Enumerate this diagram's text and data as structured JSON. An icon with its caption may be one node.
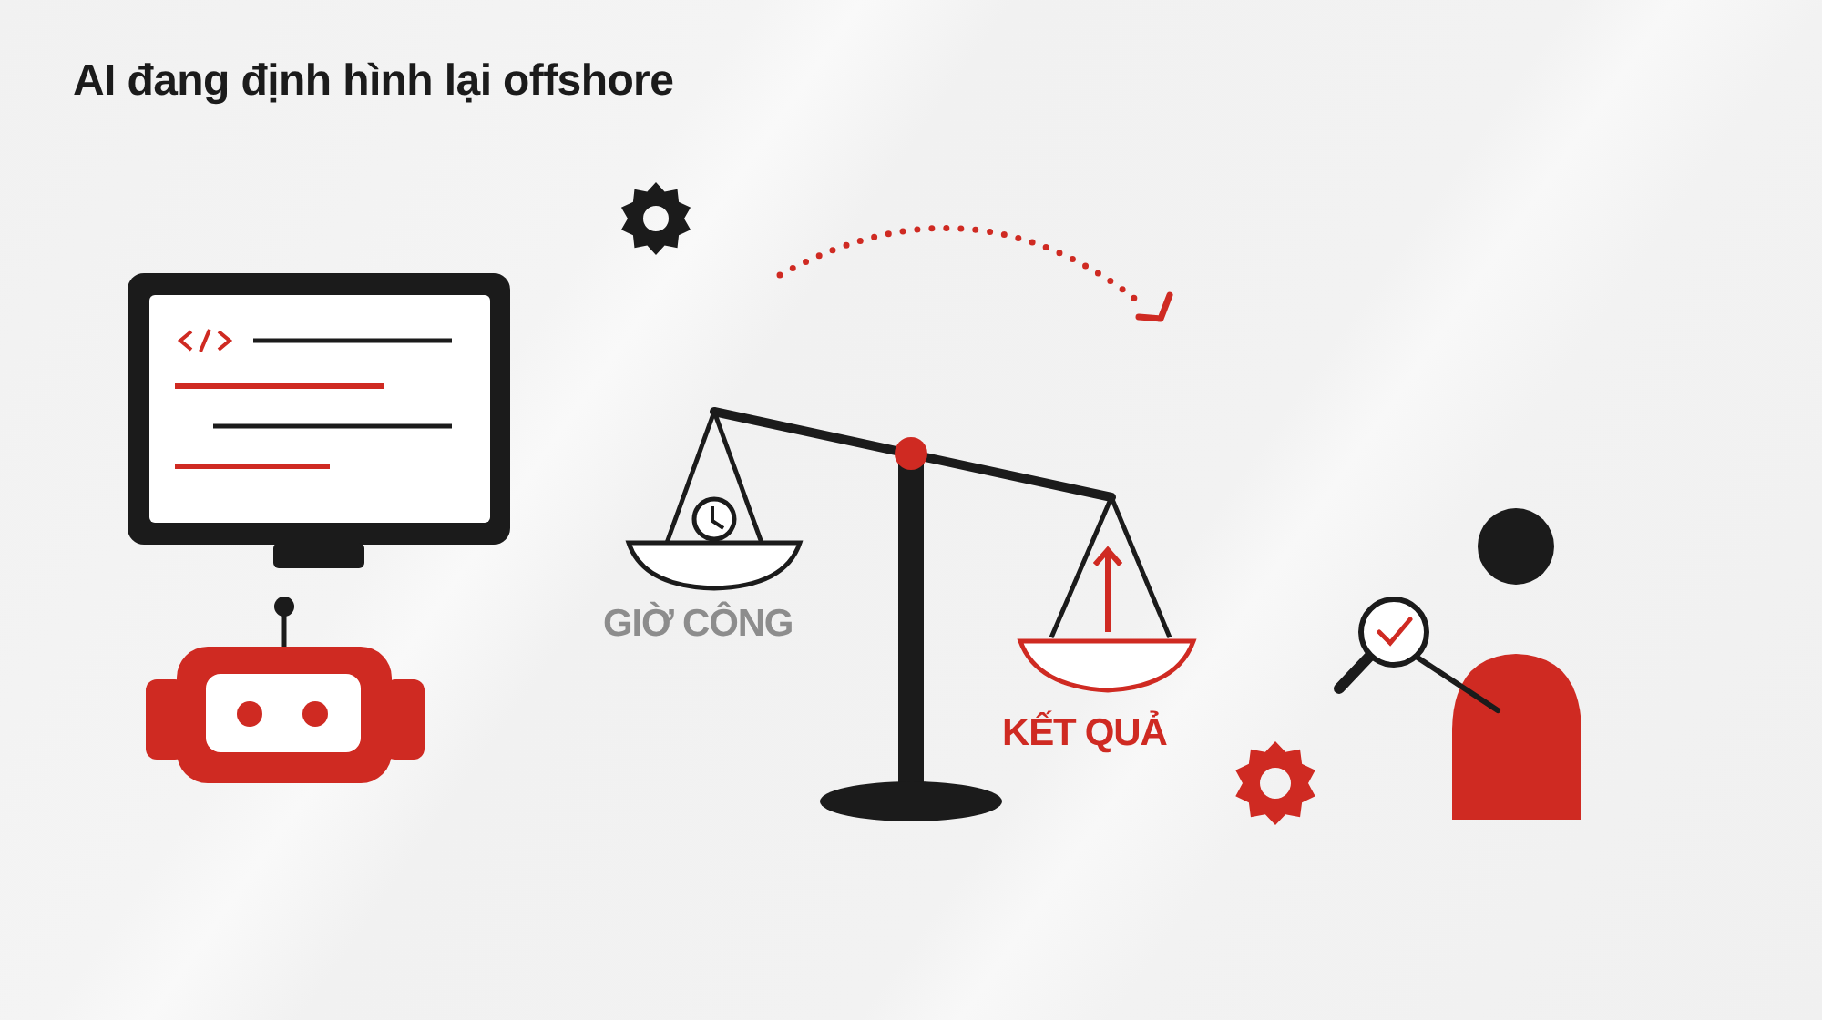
{
  "diagram": {
    "title": "AI đang định hình lại offshore",
    "labels": [
      "GIỜ CÔNG",
      "KẾT QUẢ"
    ]
  }
}
